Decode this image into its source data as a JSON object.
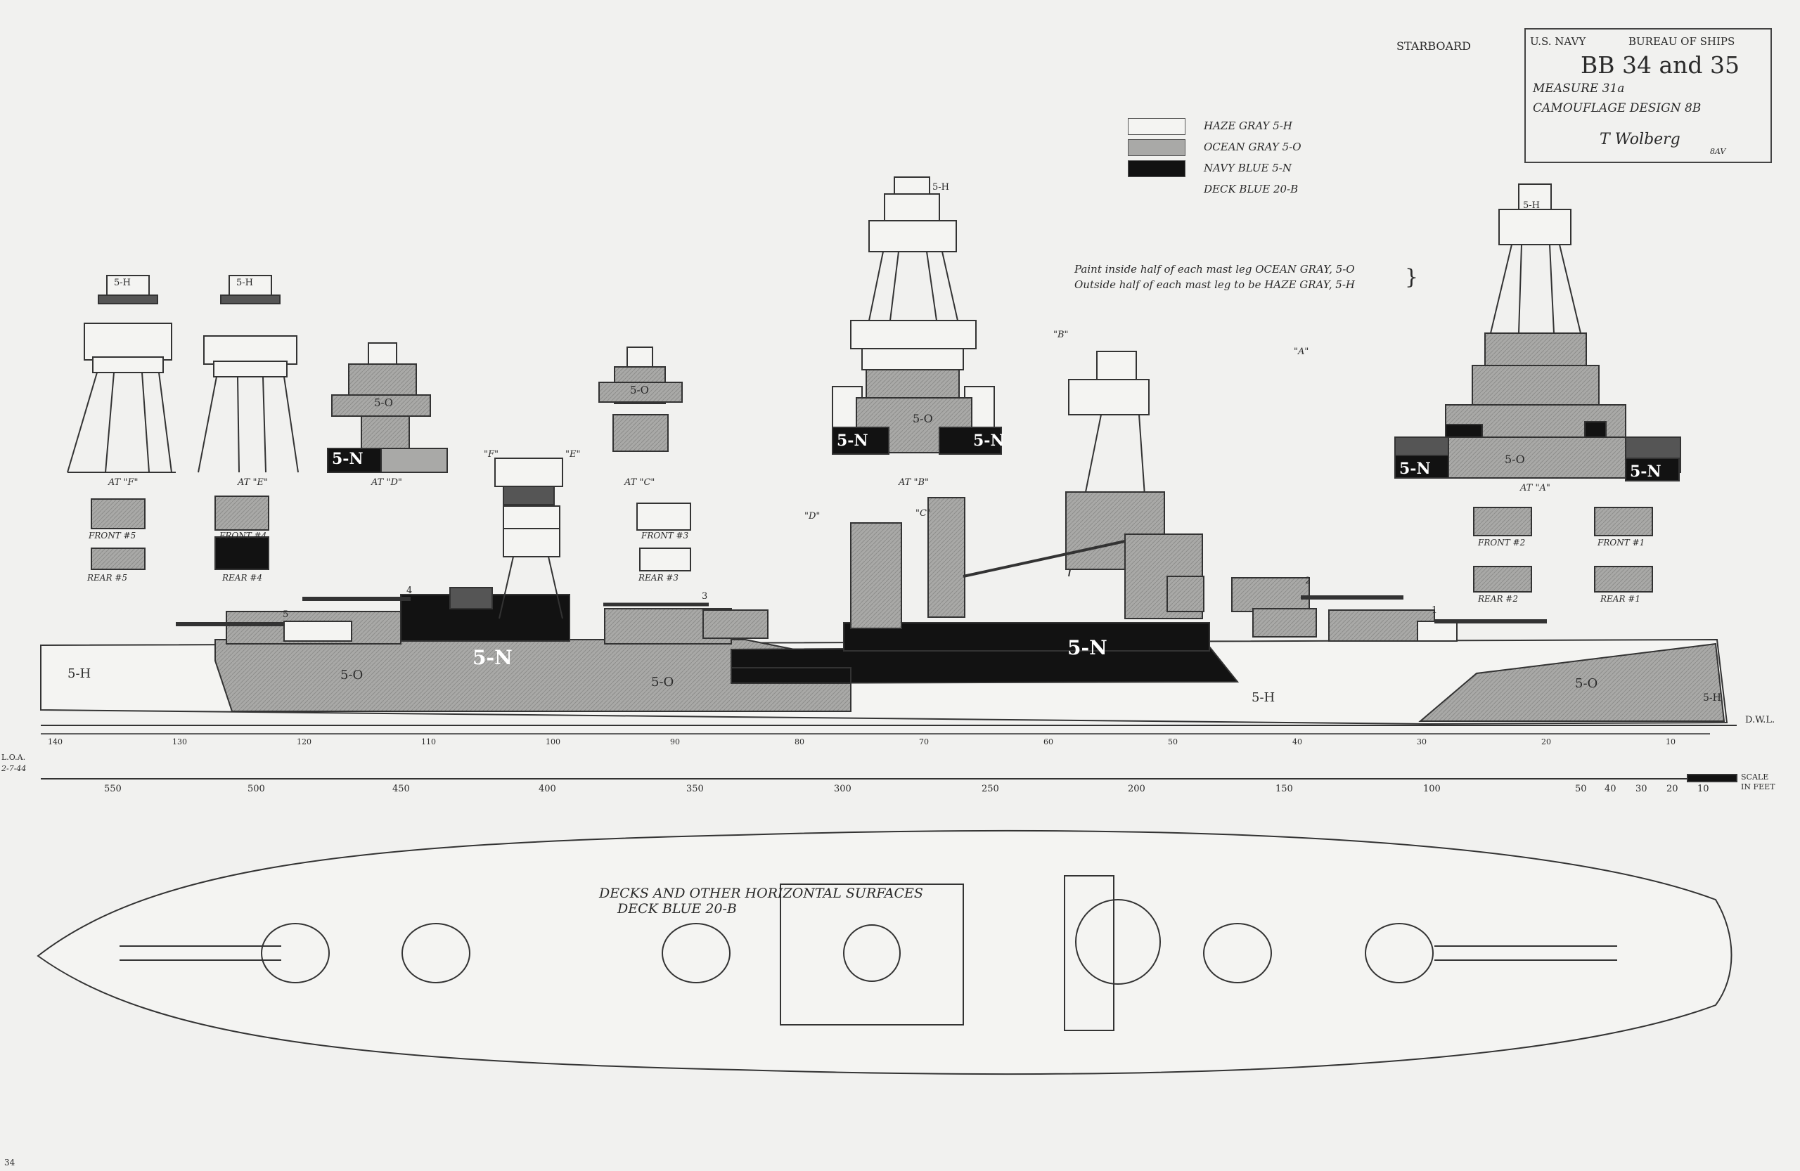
{
  "header": {
    "side_label": "STARBOARD",
    "org_left": "U.S. NAVY",
    "org_right": "BUREAU OF SHIPS",
    "ship": "BB 34 and 35",
    "measure": "MEASURE 31a",
    "design": "CAMOUFLAGE DESIGN 8B",
    "signature": "T Wolberg",
    "stamp": "8AV"
  },
  "legend": [
    {
      "label": "HAZE GRAY 5-H",
      "color": "#f4f4f2"
    },
    {
      "label": "OCEAN GRAY 5-O",
      "color": "#a9a9a7"
    },
    {
      "label": "NAVY BLUE 5-N",
      "color": "#121212"
    },
    {
      "label": "DECK BLUE 20-B",
      "color": ""
    }
  ],
  "note": {
    "line1": "Paint inside half of each mast leg OCEAN GRAY, 5-O",
    "line2": "Outside half of each mast leg to be HAZE GRAY, 5-H"
  },
  "codes": {
    "haze": "5-H",
    "ocean": "5-O",
    "navy": "5-N"
  },
  "sections": {
    "a": "AT \"A\"",
    "b": "AT \"B\"",
    "c": "AT \"C\"",
    "d": "AT \"D\"",
    "e": "AT \"E\"",
    "f": "AT \"F\""
  },
  "refs": {
    "a": "\"A\"",
    "b": "\"B\"",
    "c": "\"C\"",
    "d": "\"D\"",
    "e": "\"E\"",
    "f": "\"F\""
  },
  "turrets": {
    "front1": "FRONT #1",
    "front2": "FRONT #2",
    "front3": "FRONT #3",
    "front4": "FRONT #4",
    "front5": "FRONT #5",
    "rear1": "REAR #1",
    "rear2": "REAR #2",
    "rear3": "REAR #3",
    "rear4": "REAR #4",
    "rear5": "REAR #5"
  },
  "stations": [
    "140",
    "130",
    "120",
    "110",
    "100",
    "90",
    "80",
    "70",
    "60",
    "50",
    "40",
    "30",
    "20",
    "10"
  ],
  "scale_feet": [
    "550",
    "500",
    "450",
    "400",
    "350",
    "300",
    "250",
    "200",
    "150",
    "100",
    "50",
    "40",
    "30",
    "20",
    "10"
  ],
  "scale_label": "SCALE",
  "scale_unit": "IN FEET",
  "dwl": "D.W.L.",
  "plan": {
    "line1": "DECKS AND OTHER HORIZONTAL SURFACES",
    "line2": "DECK BLUE 20-B"
  },
  "circles": [
    "1",
    "2",
    "3",
    "4",
    "5"
  ],
  "margin_left": "L.O.A.",
  "margin_date": "2-7-44",
  "sheet_num": "34"
}
